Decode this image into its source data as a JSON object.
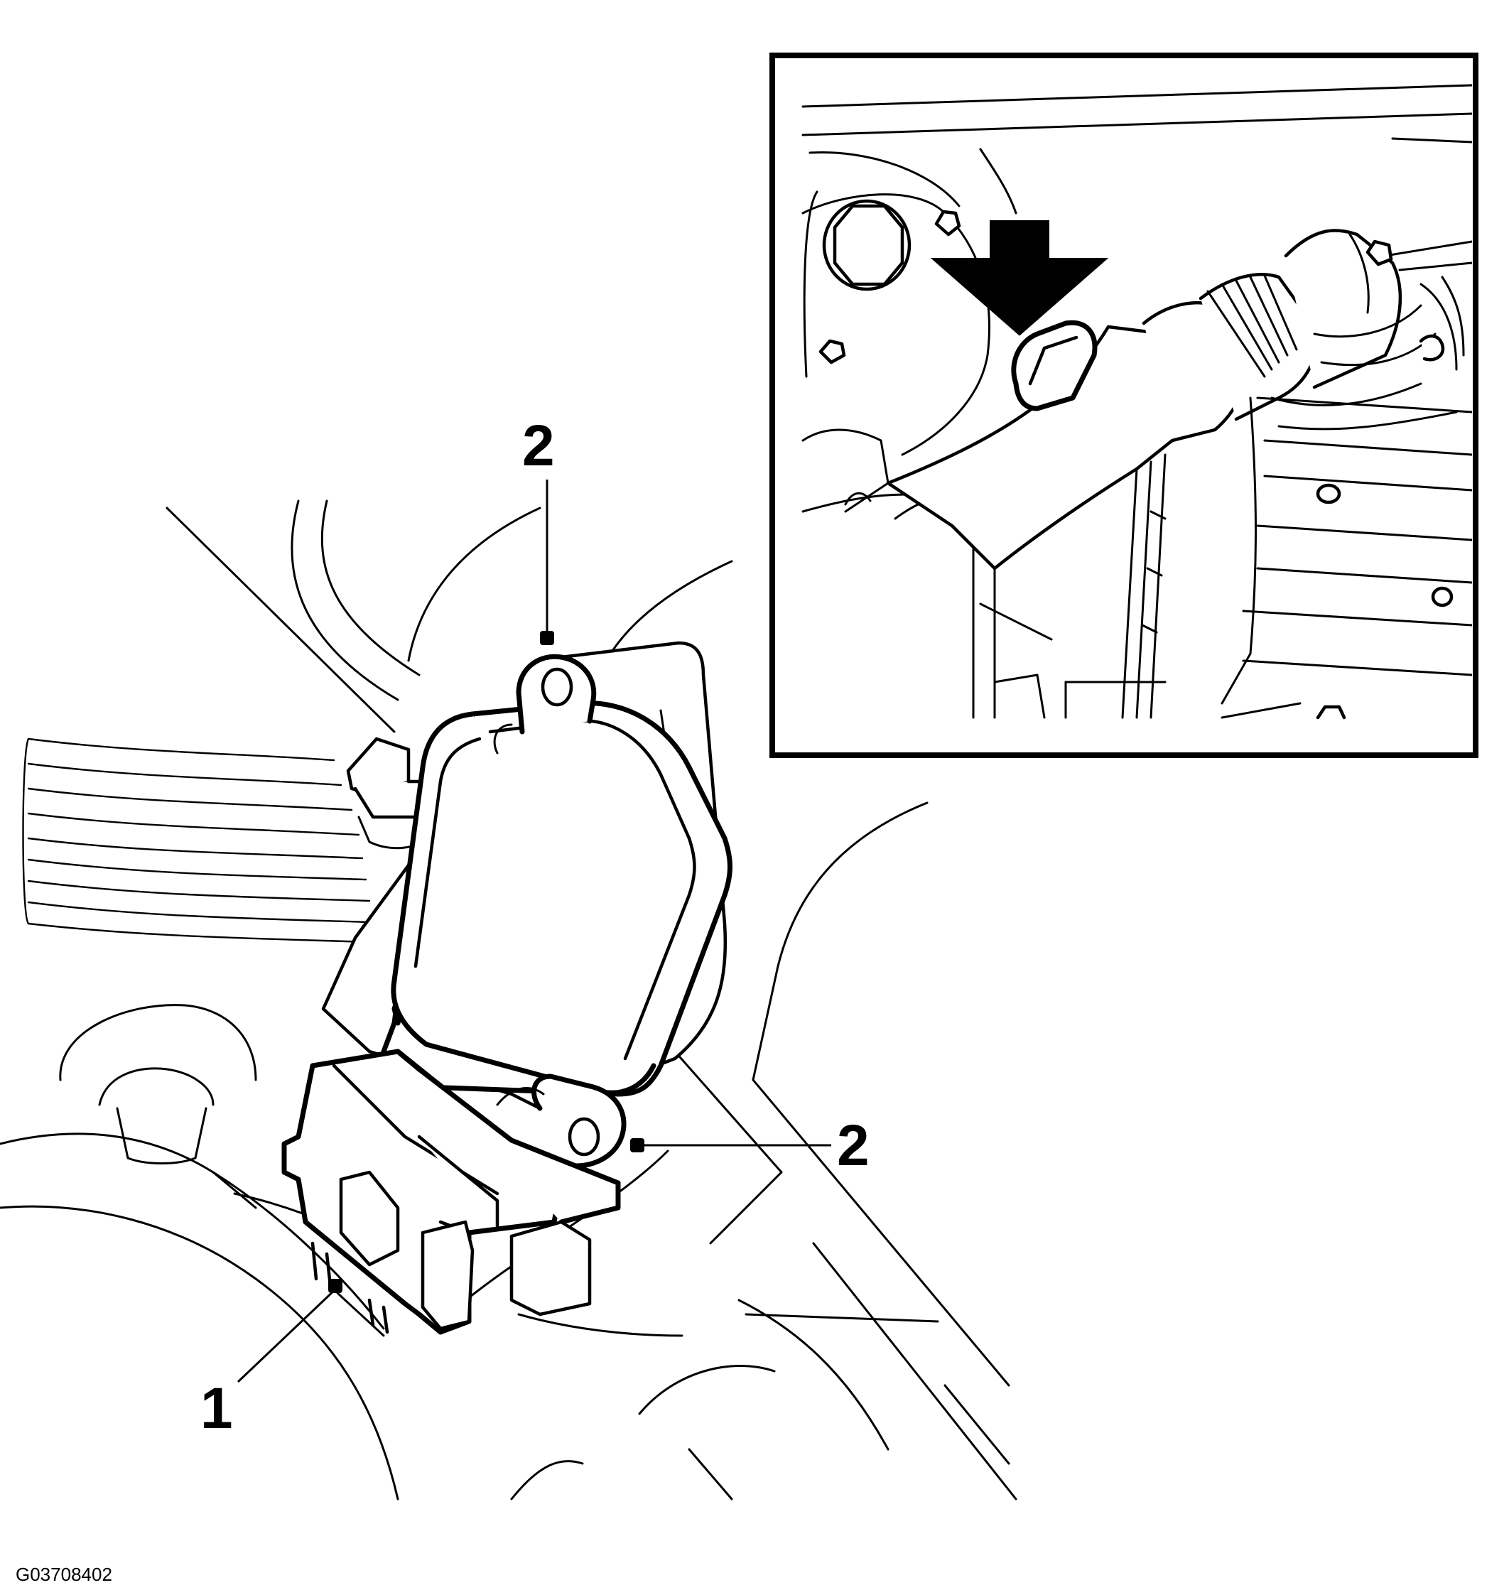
{
  "callouts": [
    {
      "id": "component-connector",
      "label": "1"
    },
    {
      "id": "upper-fastener",
      "label": "2"
    },
    {
      "id": "lower-fastener",
      "label": "2"
    }
  ],
  "figure_id": "G03708402",
  "colors": {
    "line": "#000000",
    "background": "#ffffff"
  },
  "inset": {
    "arrow_icon": "down-arrow-icon"
  }
}
